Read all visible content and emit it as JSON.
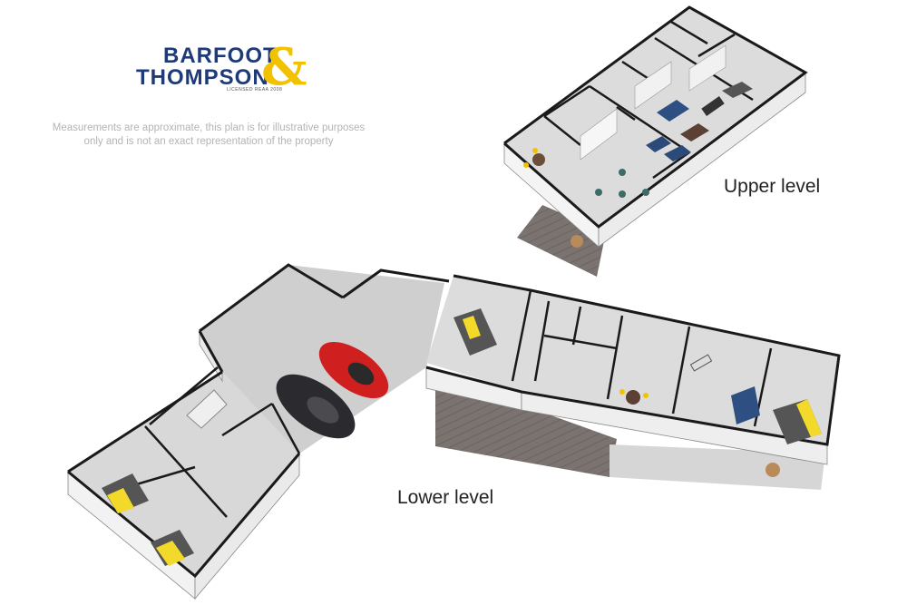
{
  "brand": {
    "line1": "BARFOOT",
    "line2": "THOMPSON",
    "ampersand": "&",
    "license": "LICENSED REAA 2008",
    "primary_color": "#1f3a78",
    "accent_color": "#f2c200"
  },
  "disclaimer": "Measurements are approximate, this plan is for illustrative purposes only and is not an exact representation of the property",
  "levels": {
    "upper": "Upper level",
    "lower": "Lower level"
  }
}
